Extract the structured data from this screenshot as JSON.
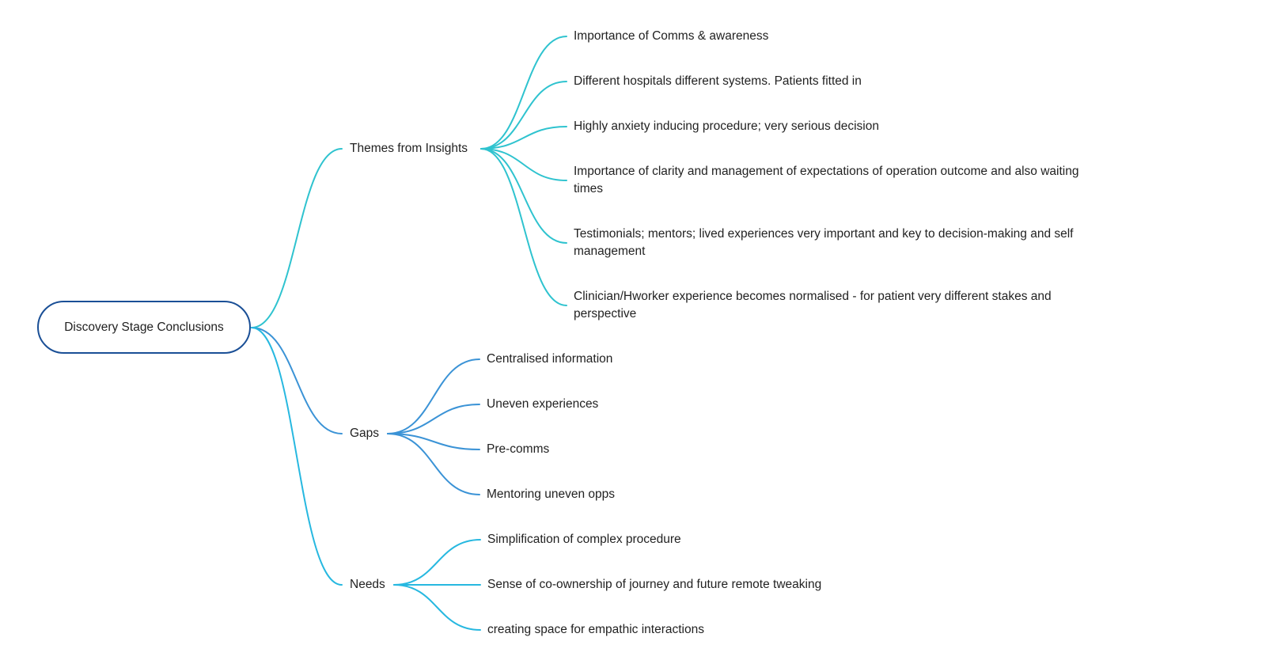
{
  "root": {
    "label": "Discovery Stage Conclusions",
    "border_color": "#1a4f96"
  },
  "branches": [
    {
      "label": "Themes from Insights",
      "color": "#2fc3cf",
      "children": [
        "Importance of Comms & awareness",
        "Different hospitals different systems. Patients fitted in",
        "Highly anxiety inducing procedure; very serious decision",
        "Importance of clarity and management of expectations of operation outcome and also waiting times",
        "Testimonials; mentors; lived experiences very important and key to decision-making and self management",
        "Clinician/Hworker experience becomes normalised - for patient very different stakes and perspective"
      ]
    },
    {
      "label": "Gaps",
      "color": "#3b93d6",
      "children": [
        "Centralised information",
        "Uneven experiences",
        "Pre-comms",
        "Mentoring uneven opps"
      ]
    },
    {
      "label": "Needs",
      "color": "#27b8e0",
      "children": [
        "Simplification of complex procedure",
        "Sense of co-ownership of journey and future remote tweaking",
        "creating space for empathic interactions"
      ]
    }
  ]
}
